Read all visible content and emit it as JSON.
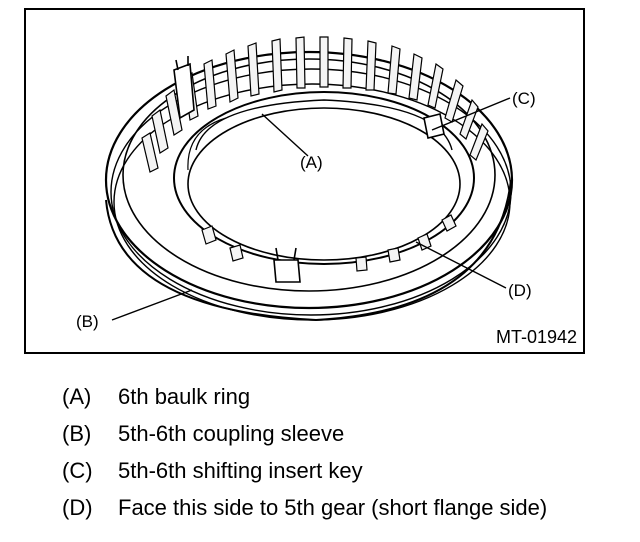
{
  "figure": {
    "id": "MT-01942",
    "callouts": {
      "a": "(A)",
      "b": "(B)",
      "c": "(C)",
      "d": "(D)"
    }
  },
  "legend": [
    {
      "key": "(A)",
      "text": "6th baulk ring"
    },
    {
      "key": "(B)",
      "text": "5th-6th coupling sleeve"
    },
    {
      "key": "(C)",
      "text": "5th-6th shifting insert key"
    },
    {
      "key": "(D)",
      "text": "Face this side to 5th gear (short flange side)"
    }
  ]
}
